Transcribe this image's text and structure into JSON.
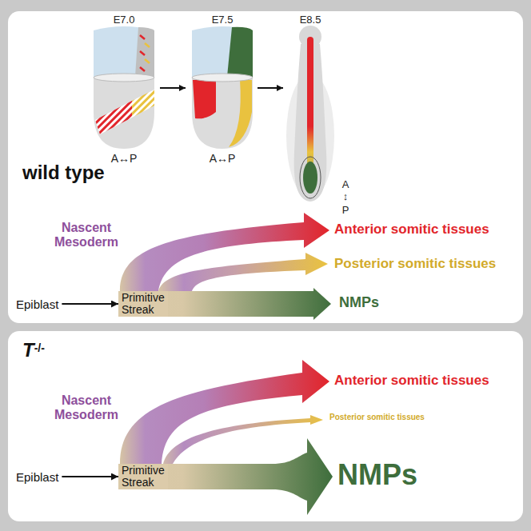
{
  "diagram": {
    "nodes": [
      {
        "text": [
          "wild type"
        ]
      },
      {
        "text": [
          "Epiblast"
        ],
        "in": 0
      },
      {
        "text": [
          "Primitive Streak"
        ],
        "in": 0
      },
      {
        "text": [
          "T",
          "-/-"
        ]
      },
      {
        "text": [
          "Epiblast"
        ],
        "in": 3
      },
      {
        "text": [
          "Primitive Streak"
        ],
        "in": 3
      }
    ],
    "edges": [
      {
        "from": 1,
        "to": 2,
        "arrow": "to"
      },
      {
        "from": 4,
        "to": 5,
        "arrow": "to"
      }
    ],
    "labels": [
      "E7.0",
      "E7.5",
      "E8.5",
      "A↔P",
      "A↔P",
      "A",
      "↕",
      "P",
      "Anterior somitic tissues",
      "Nascent Mesoderm",
      "Posterior somitic tissues",
      "NMPs",
      "Anterior somitic tissues",
      "Nascent Mesoderm",
      "Posterior somitic tissues",
      "NMPs"
    ]
  }
}
